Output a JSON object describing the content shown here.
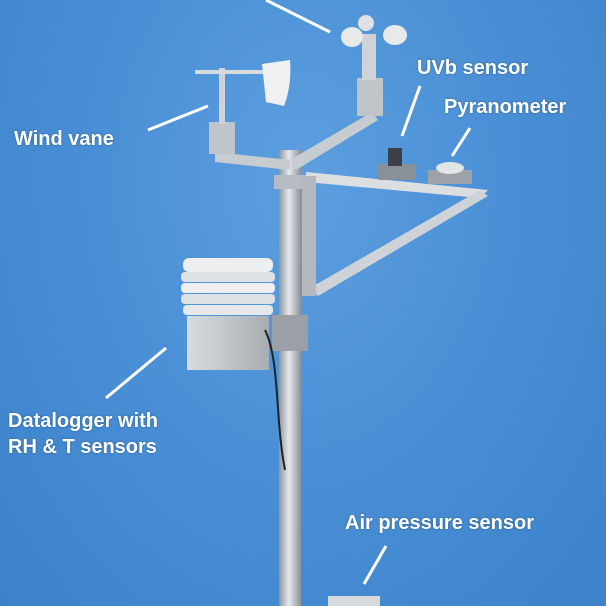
{
  "colors": {
    "sky": "#4b90d6",
    "metal": "#c9ced4",
    "label_text": "#ffffff"
  },
  "labels": {
    "uvb_sensor": "UVb sensor",
    "pyranometer": "Pyranometer",
    "wind_vane": "Wind vane",
    "datalogger_line1": "Datalogger with",
    "datalogger_line2": "RH & T sensors",
    "air_pressure_sensor": "Air pressure sensor"
  }
}
